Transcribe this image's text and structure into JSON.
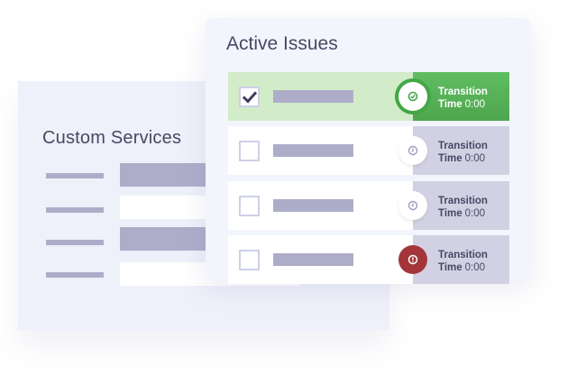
{
  "custom_services": {
    "title": "Custom Services",
    "rows": [
      {
        "value_style": "filled"
      },
      {
        "value_style": "blank"
      },
      {
        "value_style": "filled"
      },
      {
        "value_style": "blank"
      }
    ]
  },
  "active_issues": {
    "title": "Active Issues",
    "rows": [
      {
        "checked": true,
        "status": "ok",
        "status_icon": "check-circle-icon",
        "label_line1": "Transition",
        "label_time": "Time",
        "time_value": "0:00",
        "color": "#4ea64f"
      },
      {
        "checked": false,
        "status": "pending",
        "status_icon": "clock-circle-icon",
        "label_line1": "Transition",
        "label_time": "Time",
        "time_value": "0:00",
        "color": "#d1d1e3"
      },
      {
        "checked": false,
        "status": "pending",
        "status_icon": "clock-circle-icon",
        "label_line1": "Transition",
        "label_time": "Time",
        "time_value": "0:00",
        "color": "#d1d1e3"
      },
      {
        "checked": false,
        "status": "error",
        "status_icon": "alert-circle-icon",
        "label_line1": "Transition",
        "label_time": "Time",
        "time_value": "0:00",
        "color": "#a4363a"
      }
    ]
  },
  "colors": {
    "success": "#4ea64f",
    "success_bg": "#d2ebc9",
    "error": "#a4363a",
    "neutral_panel": "#d1d1e3",
    "placeholder_bar": "#aeadc9",
    "text": "#4a4763"
  }
}
